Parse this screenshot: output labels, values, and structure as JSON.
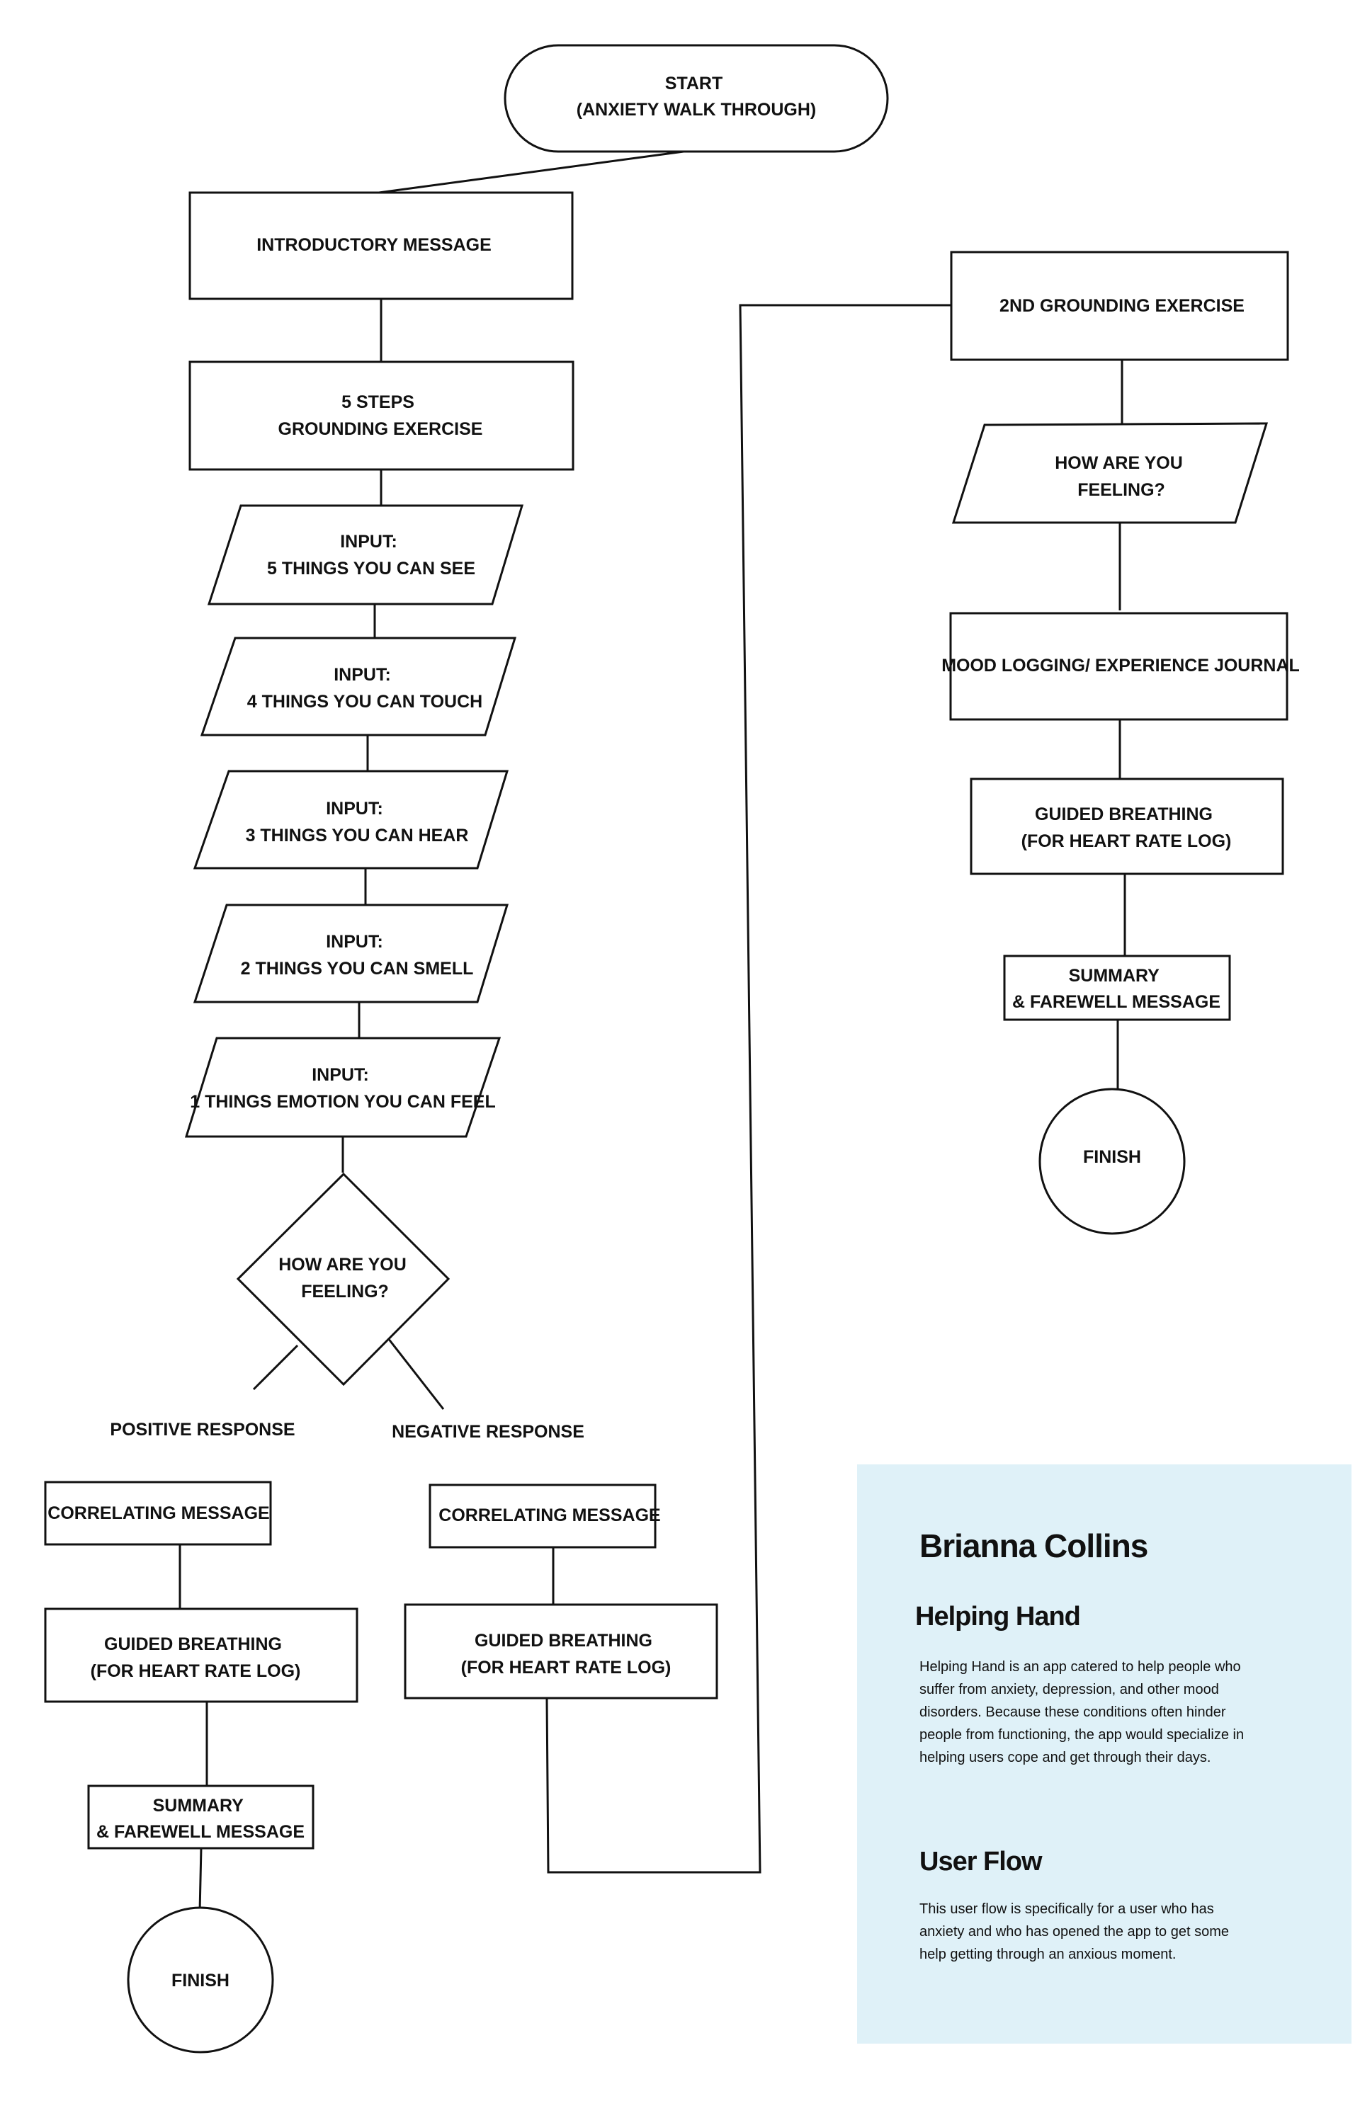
{
  "flowchart": {
    "start": [
      "START",
      "(ANXIETY WALK THROUGH)"
    ],
    "intro": [
      "INTRODUCTORY MESSAGE"
    ],
    "grounding": [
      "5 STEPS",
      "GROUNDING EXERCISE"
    ],
    "input_see": [
      "INPUT:",
      "5 THINGS YOU CAN SEE"
    ],
    "input_touch": [
      "INPUT:",
      "4 THINGS YOU CAN TOUCH"
    ],
    "input_hear": [
      "INPUT:",
      "3 THINGS YOU CAN HEAR"
    ],
    "input_smell": [
      "INPUT:",
      "2 THINGS YOU CAN SMELL"
    ],
    "input_feel": [
      "INPUT:",
      "1 THINGS EMOTION YOU CAN FEEL"
    ],
    "decision": [
      "HOW ARE YOU",
      "FEELING?"
    ],
    "positive_label": "POSITIVE RESPONSE",
    "negative_label": "NEGATIVE RESPONSE",
    "pos_message": [
      "CORRELATING MESSAGE"
    ],
    "pos_breathing": [
      "GUIDED BREATHING",
      "(FOR HEART RATE LOG)"
    ],
    "pos_summary": [
      "SUMMARY",
      "& FAREWELL MESSAGE"
    ],
    "pos_finish": [
      "FINISH"
    ],
    "neg_message": [
      "CORRELATING MESSAGE"
    ],
    "neg_breathing": [
      "GUIDED BREATHING",
      "(FOR HEART RATE LOG)"
    ],
    "second_grounding": [
      "2ND GROUNDING EXERCISE"
    ],
    "feeling_input": [
      "HOW ARE YOU",
      "FEELING?"
    ],
    "mood_log": [
      "MOOD LOGGING/ EXPERIENCE JOURNAL"
    ],
    "final_breathing": [
      "GUIDED BREATHING",
      "(FOR HEART RATE LOG)"
    ],
    "final_summary": [
      "SUMMARY",
      "& FAREWELL MESSAGE"
    ],
    "final_finish": [
      "FINISH"
    ]
  },
  "info": {
    "author": "Brianna Collins",
    "app_name": "Helping Hand",
    "app_description": "Helping Hand is an app catered to help people who suffer from anxiety, depression, and other mood disorders. Because these conditions often hinder people from functioning, the app would specialize in helping users cope and get through their days.",
    "flow_heading": "User Flow",
    "flow_description": "This user flow is specifically for a user who has anxiety and who has opened the app to get some help getting through an anxious moment."
  }
}
